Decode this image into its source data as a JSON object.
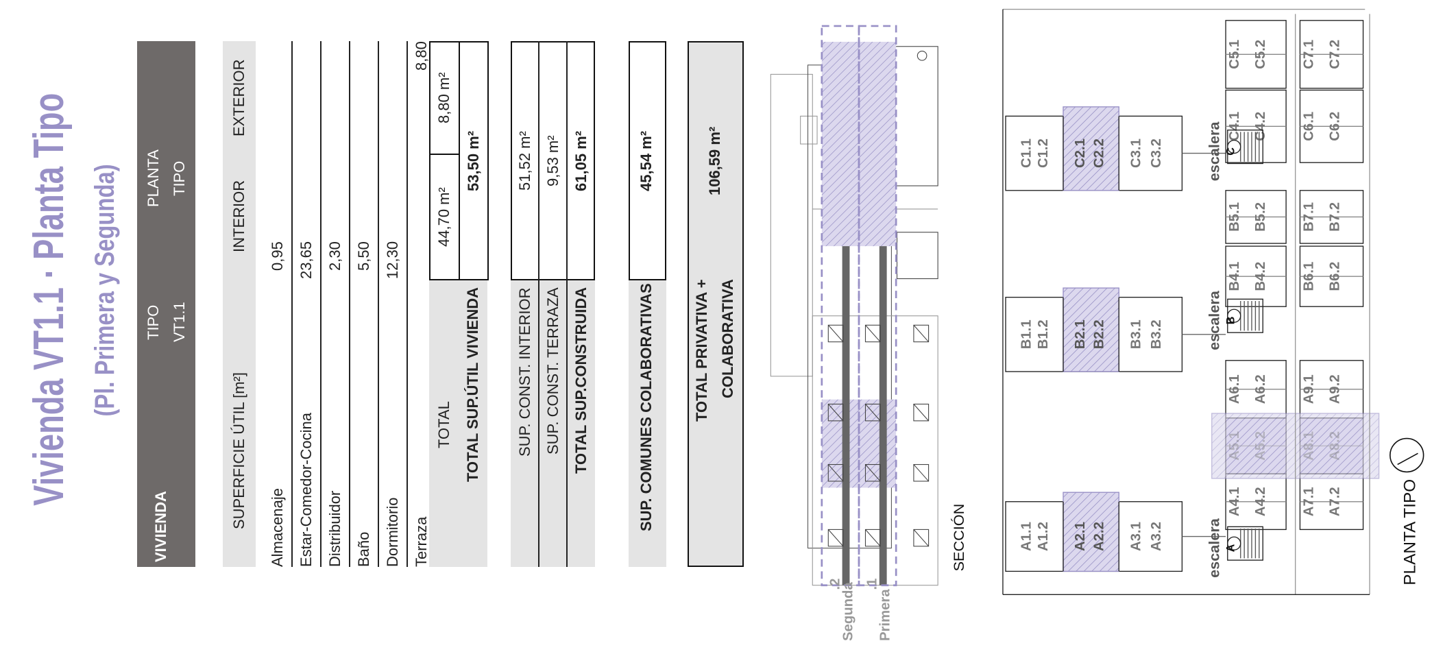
{
  "title": "Vivienda VT1.1 · Planta Tipo",
  "subtitle": "(Pl. Primera y Segunda)",
  "header": {
    "vivienda": "VIVIENDA",
    "tipo_label": "TIPO",
    "tipo_value": "VT1.1",
    "planta_label": "PLANTA",
    "planta_value": "TIPO"
  },
  "columns": {
    "superficie": "SUPERFICIE ÚTIL [m²]",
    "interior": "INTERIOR",
    "exterior": "EXTERIOR"
  },
  "rows": [
    {
      "name": "Almacenaje",
      "interior": "0,95",
      "exterior": ""
    },
    {
      "name": "Estar-Comedor-Cocina",
      "interior": "23,65",
      "exterior": ""
    },
    {
      "name": "Distribuidor",
      "interior": "2,30",
      "exterior": ""
    },
    {
      "name": "Baño",
      "interior": "5,50",
      "exterior": ""
    },
    {
      "name": "Dormitorio",
      "interior": "12,30",
      "exterior": ""
    },
    {
      "name": "Terraza",
      "interior": "",
      "exterior": "8,80"
    }
  ],
  "totals": {
    "total_label": "TOTAL",
    "interior": "44,70 m²",
    "exterior": "8,80 m²",
    "util_label": "TOTAL SUP.ÚTIL VIVIENDA",
    "util_value": "53,50 m²"
  },
  "construida": [
    {
      "label": "SUP. CONST. INTERIOR",
      "value": "51,52 m²"
    },
    {
      "label": "SUP. CONST. TERRAZA",
      "value": "9,53 m²"
    },
    {
      "label": "TOTAL SUP.CONSTRUIDA",
      "value": "61,05 m²"
    }
  ],
  "comunes": {
    "label": "SUP. COMUNES COLABORATIVAS",
    "value": "45,54 m²"
  },
  "total_privativa": {
    "line1": "TOTAL PRIVATIVA +",
    "line2": "COLABORATIVA",
    "value": "106,59 m²"
  },
  "seccion": {
    "title": "SECCIÓN",
    "levels": [
      {
        "name": "Segunda",
        "num": ".2"
      },
      {
        "name": "Primera",
        "num": ".1"
      }
    ]
  },
  "plan": {
    "title": "PLANTA TIPO",
    "stair_label": "escalera",
    "stairs": [
      "C",
      "B",
      "A"
    ],
    "left_clusters": [
      [
        "C1.1",
        "C1.2",
        "C2.1",
        "C2.2",
        "C3.1",
        "C3.2"
      ],
      [
        "B1.1",
        "B1.2",
        "B2.1",
        "B2.2",
        "B3.1",
        "B3.2"
      ],
      [
        "A1.1",
        "A1.2",
        "A2.1",
        "A2.2",
        "A3.1",
        "A3.2"
      ]
    ],
    "right_col1": [
      [
        "C5.1",
        "C5.2"
      ],
      [
        "C4.1",
        "C4.2"
      ],
      [
        "B5.1",
        "B5.2"
      ],
      [
        "B4.1",
        "B4.2"
      ],
      [
        "A6.1",
        "A6.2"
      ],
      [
        "A5.1",
        "A5.2"
      ],
      [
        "A4.1",
        "A4.2"
      ]
    ],
    "right_col2": [
      [
        "C7.1",
        "C7.2"
      ],
      [
        "C6.1",
        "C6.2"
      ],
      [
        "B7.1",
        "B7.2"
      ],
      [
        "B6.1",
        "B6.2"
      ],
      [
        "A9.1",
        "A9.2"
      ],
      [
        "A8.1",
        "A8.2"
      ],
      [
        "A7.1",
        "A7.2"
      ]
    ]
  },
  "colors": {
    "accent": "#9890c6",
    "header": "#6e6a69",
    "highlight": "#cfcbe6"
  }
}
